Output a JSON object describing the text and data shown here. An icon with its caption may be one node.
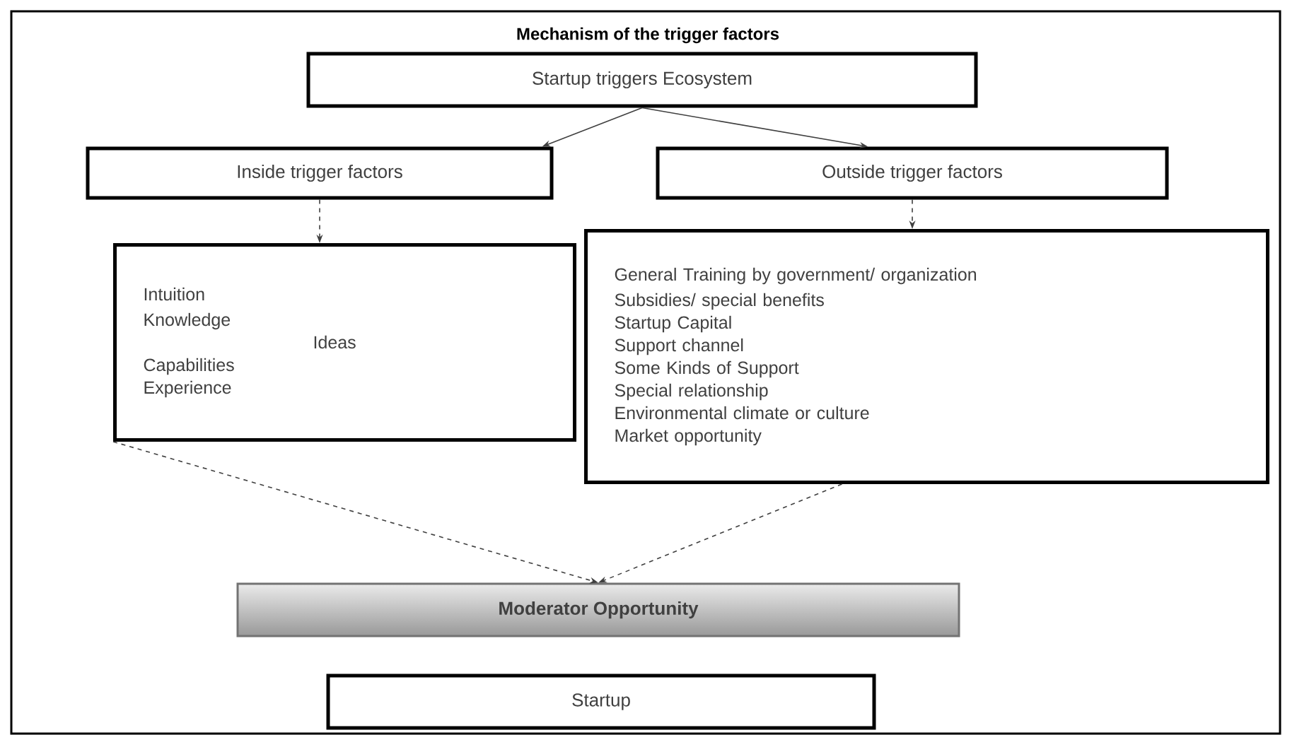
{
  "diagram": {
    "title": "Mechanism of the trigger factors",
    "nodes": [
      {
        "text": [
          "Startup triggers Ecosystem"
        ]
      },
      {
        "text": [
          "Inside trigger factors"
        ]
      },
      {
        "text": [
          "Outside trigger factors"
        ]
      },
      {
        "text": [
          "Intuition",
          "Knowledge",
          "Ideas",
          "Capabilities",
          "Experience"
        ]
      },
      {
        "text": [
          "General Training by government/ organization",
          "Subsidies/ special benefits",
          "Startup Capital",
          "Support channel",
          "Some Kinds of Support",
          "Special relationship",
          "Environmental climate or culture",
          "Market opportunity"
        ]
      },
      {
        "text": [
          "Moderator Opportunity"
        ]
      },
      {
        "text": [
          "Startup"
        ]
      }
    ],
    "edges": [
      {
        "from": 0,
        "to": 1,
        "arrow": "to"
      },
      {
        "from": 0,
        "to": 2,
        "arrow": "to"
      },
      {
        "from": 1,
        "to": 3,
        "arrow": "to",
        "style": "dashed"
      },
      {
        "from": 2,
        "to": 4,
        "arrow": "to",
        "style": "dashed"
      },
      {
        "from": 3,
        "to": 5,
        "arrow": "to",
        "style": "dashed"
      },
      {
        "from": 4,
        "to": 5,
        "arrow": "to",
        "style": "dashed"
      }
    ]
  }
}
